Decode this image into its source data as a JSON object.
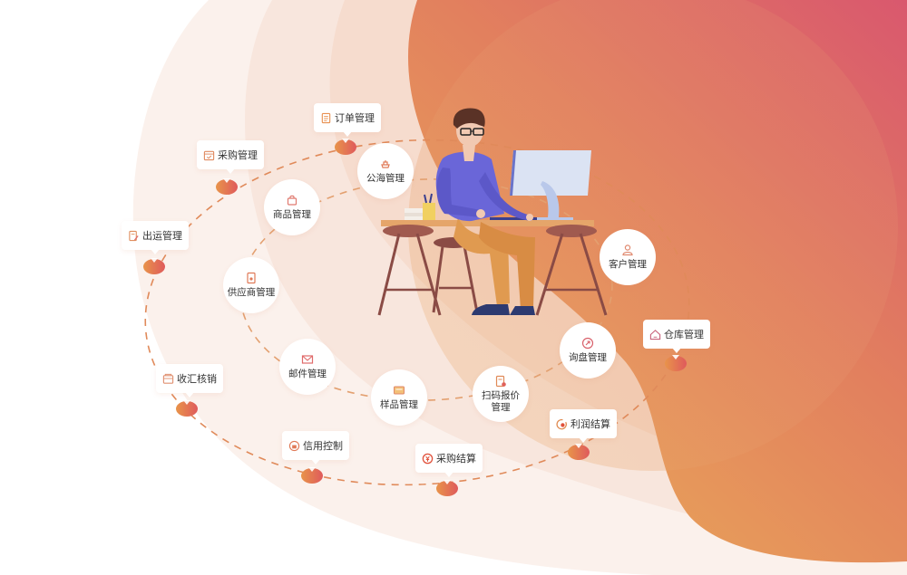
{
  "theme": {
    "accent_start": "#e8944a",
    "accent_end": "#df5a5c",
    "blob_top_right": "#d9586e",
    "blob_bottom": "#e9a85a",
    "ring_outer_color": "#e08a5a",
    "ring_inner_color": "#e3a070",
    "text_color": "#333333"
  },
  "illustration": {
    "subject": "person-working-at-computer-desk",
    "shirt_color": "#6a66d8",
    "pants_color": "#e09a50",
    "monitor_color": "#dbe3f3"
  },
  "inner_ring": [
    {
      "id": "public-sea",
      "label": "公海管理",
      "icon": "ship-icon"
    },
    {
      "id": "goods",
      "label": "商品管理",
      "icon": "bag-icon"
    },
    {
      "id": "supplier",
      "label": "供应商管理",
      "icon": "supplier-icon"
    },
    {
      "id": "mail",
      "label": "邮件管理",
      "icon": "mail-icon"
    },
    {
      "id": "sample",
      "label": "样品管理",
      "icon": "sample-icon"
    },
    {
      "id": "scan-quote",
      "label": "扫码报价\n管理",
      "icon": "quote-icon"
    },
    {
      "id": "inquiry",
      "label": "询盘管理",
      "icon": "inquiry-icon"
    },
    {
      "id": "customer",
      "label": "客户管理",
      "icon": "user-icon"
    }
  ],
  "outer_ring": [
    {
      "id": "order",
      "label": "订单管理",
      "icon": "document-icon"
    },
    {
      "id": "purchase",
      "label": "采购管理",
      "icon": "calendar-check-icon"
    },
    {
      "id": "shipping",
      "label": "出运管理",
      "icon": "edit-doc-icon"
    },
    {
      "id": "collection",
      "label": "收汇核销",
      "icon": "wallet-icon"
    },
    {
      "id": "credit",
      "label": "信用控制",
      "icon": "credit-icon"
    },
    {
      "id": "purchase-settle",
      "label": "采购结算",
      "icon": "yen-circle-icon"
    },
    {
      "id": "profit-settle",
      "label": "利润结算",
      "icon": "profit-icon"
    },
    {
      "id": "warehouse",
      "label": "仓库管理",
      "icon": "house-icon"
    }
  ]
}
